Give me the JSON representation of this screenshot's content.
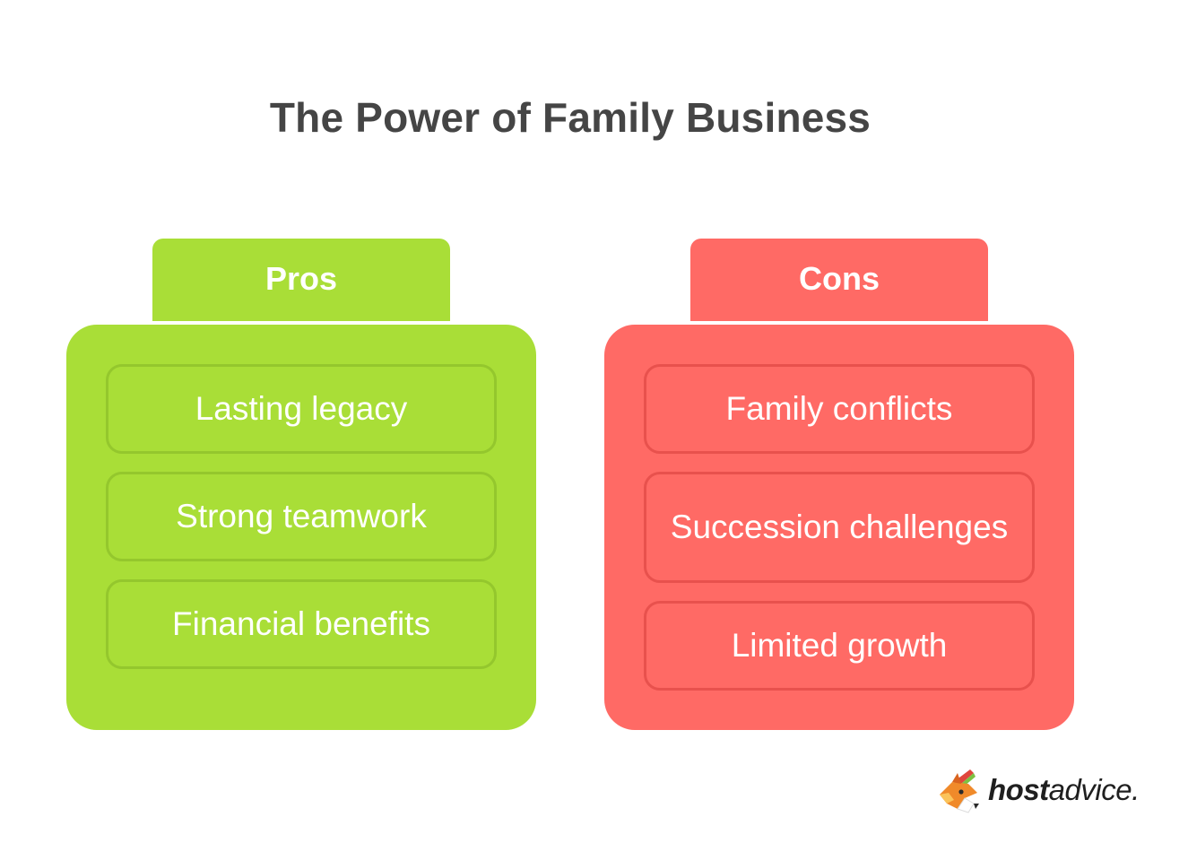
{
  "title": "The Power of Family Business",
  "pros": {
    "header": "Pros",
    "items": [
      "Lasting legacy",
      "Strong teamwork",
      "Financial benefits"
    ]
  },
  "cons": {
    "header": "Cons",
    "items": [
      "Family conflicts",
      "Succession challenges",
      "Limited growth"
    ]
  },
  "logo": {
    "text_bold": "host",
    "text_regular": "advice."
  },
  "colors": {
    "pros": "#a9de37",
    "cons": "#ff6a65",
    "title": "#454545"
  }
}
